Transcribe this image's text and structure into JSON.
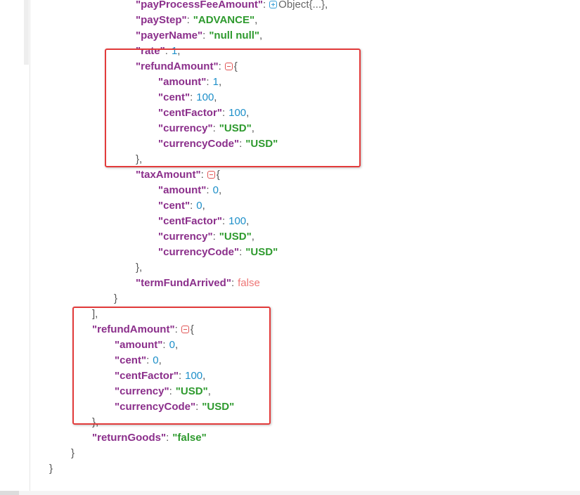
{
  "lines": [
    {
      "key": "payProcessFeeAmount",
      "collapsed": "Object{...}",
      "trail": ","
    },
    {
      "key": "payStep",
      "str": "\"ADVANCE\"",
      "trail": ","
    },
    {
      "key": "payerName",
      "str": "\"null null\"",
      "trail": ","
    },
    {
      "key": "rate",
      "num": "1",
      "trail": ","
    },
    {
      "key": "refundAmount",
      "open": "{"
    },
    {
      "key": "amount",
      "num": "1",
      "trail": ","
    },
    {
      "key": "cent",
      "num": "100",
      "trail": ","
    },
    {
      "key": "centFactor",
      "num": "100",
      "trail": ","
    },
    {
      "key": "currency",
      "str": "\"USD\"",
      "trail": ","
    },
    {
      "key": "currencyCode",
      "str": "\"USD\""
    },
    {
      "punc": "},"
    },
    {
      "key": "taxAmount",
      "open": "{"
    },
    {
      "key": "amount",
      "num": "0",
      "trail": ","
    },
    {
      "key": "cent",
      "num": "0",
      "trail": ","
    },
    {
      "key": "centFactor",
      "num": "100",
      "trail": ","
    },
    {
      "key": "currency",
      "str": "\"USD\"",
      "trail": ","
    },
    {
      "key": "currencyCode",
      "str": "\"USD\""
    },
    {
      "punc": "},"
    },
    {
      "key": "termFundArrived",
      "bool": "false"
    },
    {
      "punc": "}"
    },
    {
      "punc": "],"
    },
    {
      "key": "refundAmount",
      "open": "{"
    },
    {
      "key": "amount",
      "num": "0",
      "trail": ","
    },
    {
      "key": "cent",
      "num": "0",
      "trail": ","
    },
    {
      "key": "centFactor",
      "num": "100",
      "trail": ","
    },
    {
      "key": "currency",
      "str": "\"USD\"",
      "trail": ","
    },
    {
      "key": "currencyCode",
      "str": "\"USD\""
    },
    {
      "punc": "},"
    },
    {
      "key": "returnGoods",
      "str": "\"false\""
    },
    {
      "punc": "}"
    },
    {
      "punc": "}"
    }
  ],
  "colors": {
    "key": "#8b2f8b",
    "string": "#2e9a2e",
    "number": "#1d8fc9",
    "boolean": "#ee7676",
    "highlight": "#e23b3b"
  }
}
